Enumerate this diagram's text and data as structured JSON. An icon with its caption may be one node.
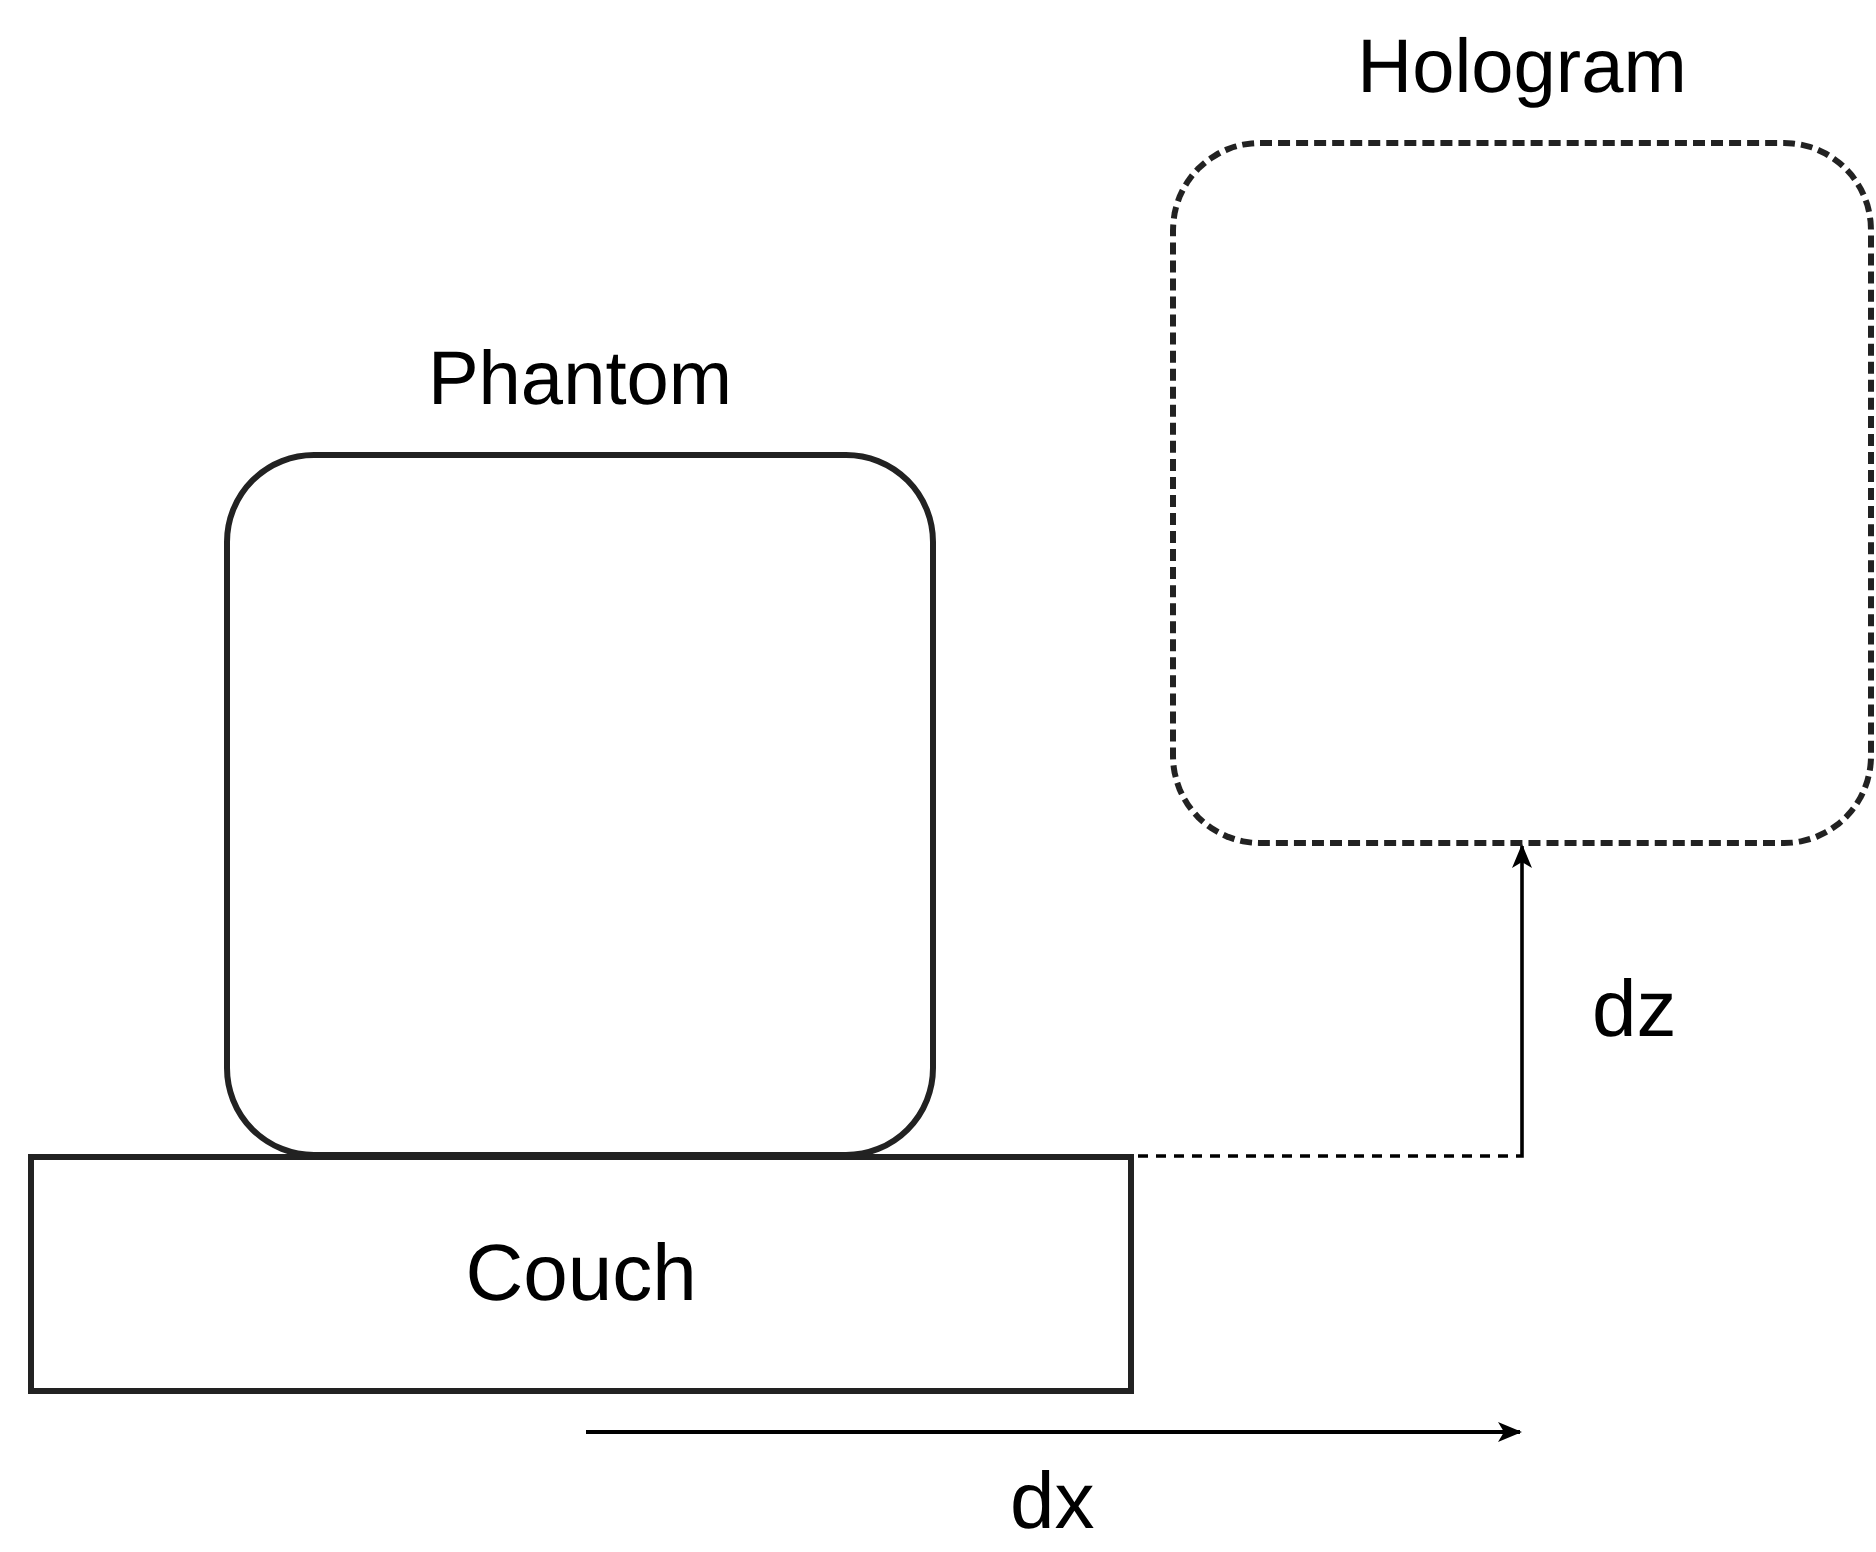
{
  "diagram": {
    "nodes": [
      {
        "text": [
          "Phantom"
        ]
      },
      {
        "text": [
          "Hologram"
        ]
      },
      {
        "text": [
          "Couch"
        ]
      }
    ],
    "edges": [
      {
        "from": 2,
        "to": 1,
        "arrow": "to",
        "label": "dz"
      }
    ],
    "labels": [
      "dx"
    ]
  }
}
